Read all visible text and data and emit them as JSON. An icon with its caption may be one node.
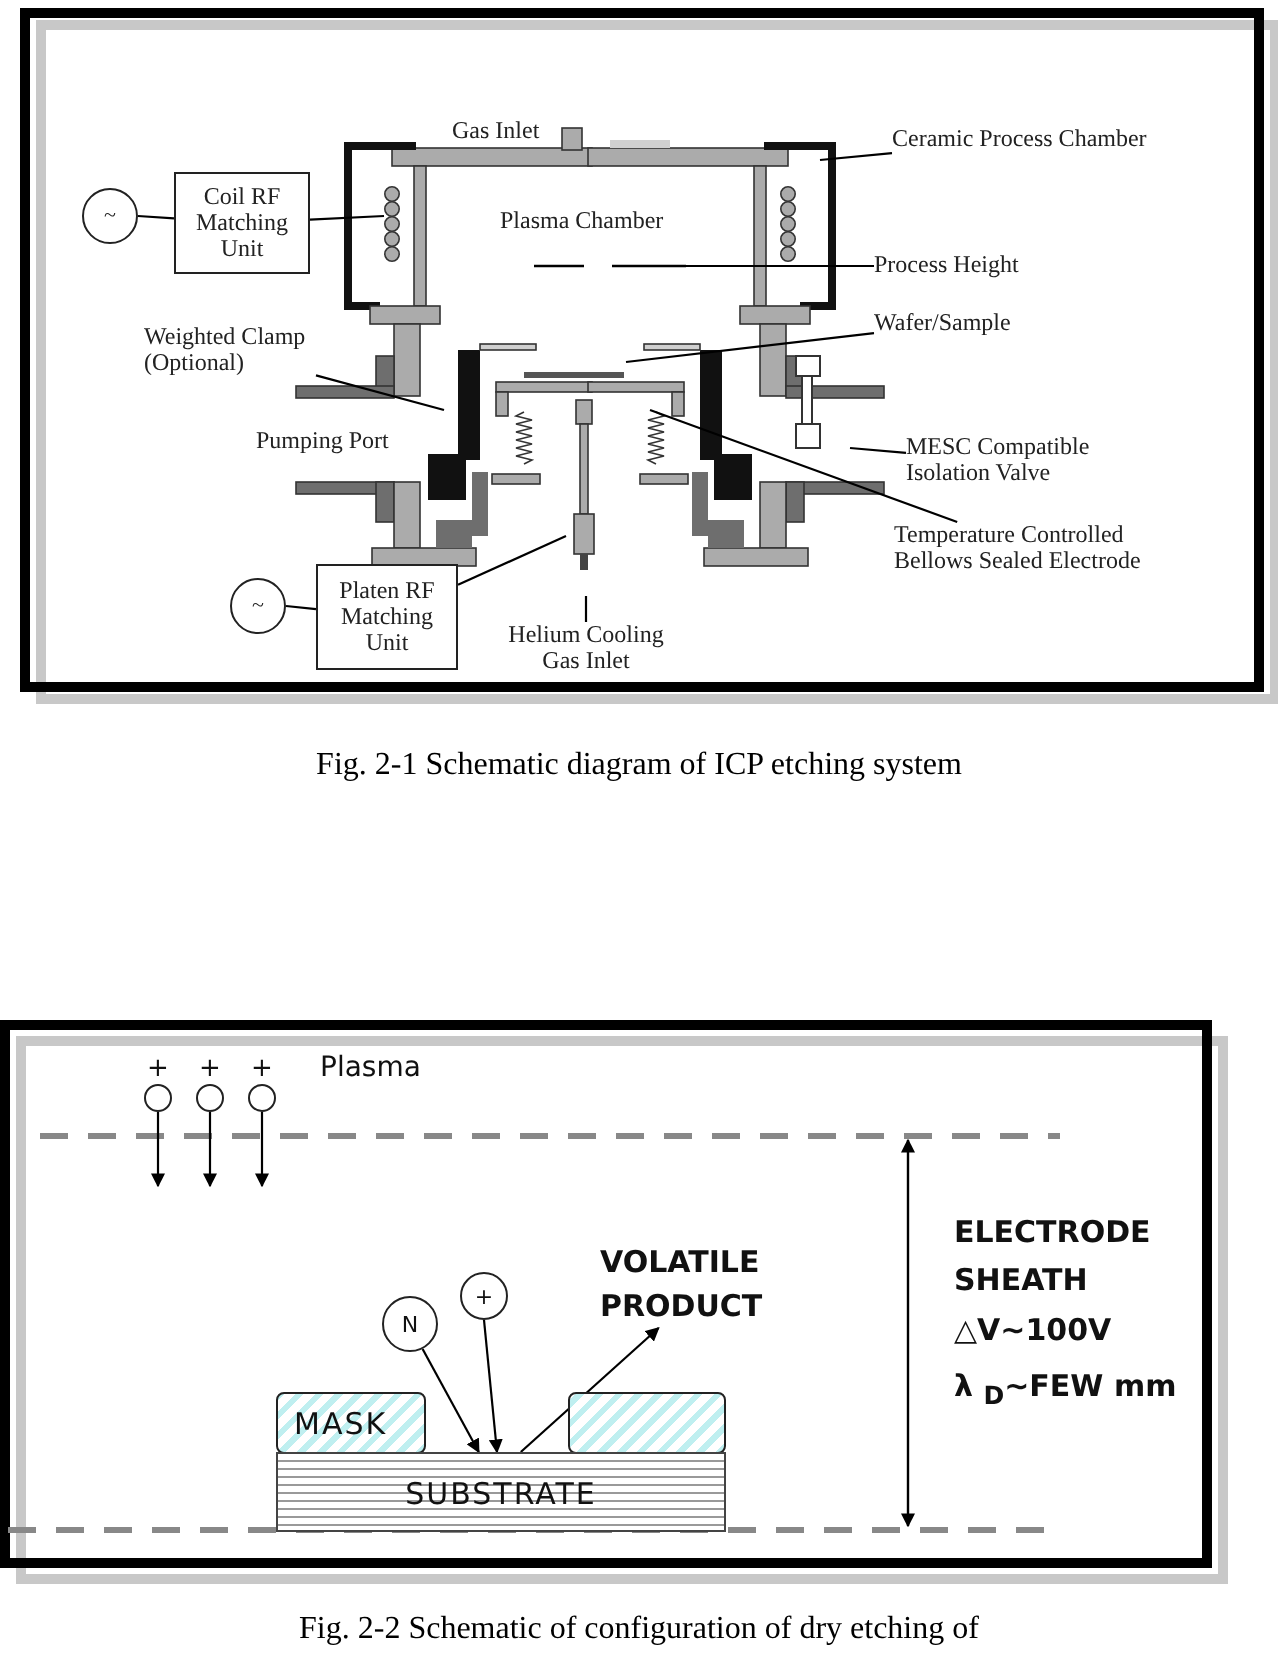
{
  "diagram": {
    "nodes": [
      {
        "text": [
          "~"
        ]
      },
      {
        "text": [
          "Coil RF Matching Unit"
        ]
      },
      {
        "text": [
          "~"
        ]
      },
      {
        "text": [
          "Platen RF Matching Unit"
        ]
      },
      {
        "text": [
          "Ceramic Process Chamber"
        ]
      },
      {
        "text": [
          "Process Height"
        ]
      },
      {
        "text": [
          "Wafer/Sample"
        ]
      },
      {
        "text": [
          "Weighted Clamp (Optional)"
        ]
      },
      {
        "text": [
          "MESC Compatible Isolation Valve"
        ]
      },
      {
        "text": [
          "Temperature Controlled Bellows Sealed Electrode"
        ]
      },
      {
        "text": [
          "Helium Cooling Gas Inlet"
        ]
      },
      {
        "text": [
          "+"
        ]
      },
      {
        "text": [
          "+"
        ]
      },
      {
        "text": [
          "+"
        ]
      },
      {
        "text": [
          "N"
        ]
      },
      {
        "text": [
          "+"
        ]
      },
      {
        "text": [
          "MASK"
        ]
      },
      {
        "text": [],
        "shape": "box"
      },
      {
        "text": [
          "SUBSTRATE"
        ]
      },
      {
        "text": [
          "VOLATILE PRODUCT"
        ]
      }
    ],
    "edges": [
      {
        "from": 0,
        "to": 1,
        "arrow": "none"
      },
      {
        "from": 1,
        "to": null,
        "arrow": "none"
      },
      {
        "from": 2,
        "to": 3,
        "arrow": "none"
      },
      {
        "from": 3,
        "to": null,
        "arrow": "none"
      },
      {
        "from": 4,
        "to": null,
        "arrow": "none"
      },
      {
        "from": 5,
        "to": null,
        "arrow": "none"
      },
      {
        "from": 6,
        "to": null,
        "arrow": "none"
      },
      {
        "from": 7,
        "to": null,
        "arrow": "none"
      },
      {
        "from": 8,
        "to": null,
        "arrow": "none"
      },
      {
        "from": 9,
        "to": null,
        "arrow": "none"
      },
      {
        "from": 10,
        "to": null,
        "arrow": "none"
      },
      {
        "from": 11,
        "to": null,
        "arrow": "to"
      },
      {
        "from": 12,
        "to": null,
        "arrow": "to"
      },
      {
        "from": 13,
        "to": null,
        "arrow": "to"
      },
      {
        "from": 14,
        "to": 18,
        "arrow": "to"
      },
      {
        "from": 15,
        "to": 18,
        "arrow": "to"
      },
      {
        "from": 18,
        "to": 19,
        "arrow": "to"
      }
    ],
    "labels": [
      "Gas Inlet",
      "Plasma Chamber",
      "Pumping Port",
      "Fig. 2-1 Schematic diagram of ICP etching system",
      "Plasma",
      "ELECTRODE SHEATH",
      "△V~100V",
      "λ $_{D}$~FEW mm",
      "Fig. 2-2 Schematic of configuration of dry etching of"
    ]
  }
}
